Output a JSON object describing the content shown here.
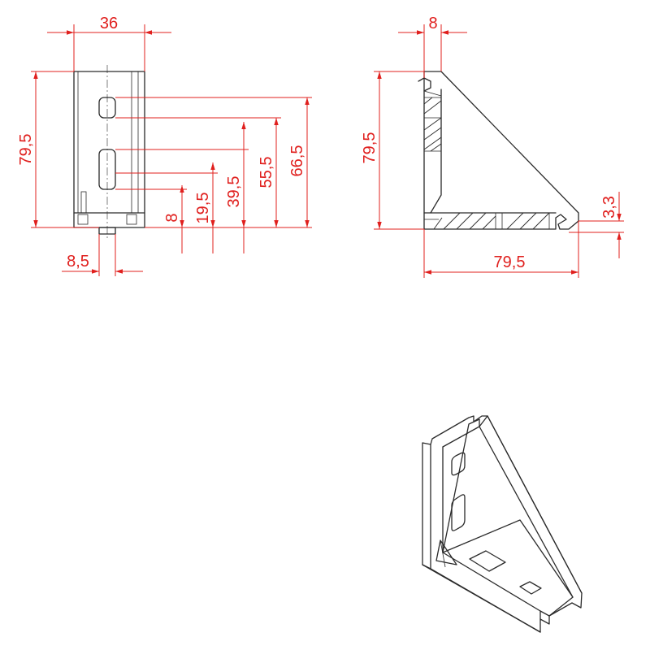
{
  "drawing": {
    "dimension_color": "#e0201e",
    "outline_color": "#2a2a2a",
    "dimensions": {
      "front_width": "36",
      "front_height": "79,5",
      "slot_offset": "8,5",
      "dim_8": "8",
      "dim_19_5": "19,5",
      "dim_39_5": "39,5",
      "dim_55_5": "55,5",
      "dim_66_5": "66,5",
      "side_thickness": "8",
      "side_height": "79,5",
      "side_width": "79,5",
      "lip_height": "3,3"
    }
  }
}
